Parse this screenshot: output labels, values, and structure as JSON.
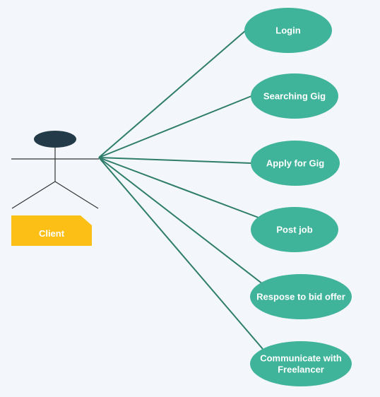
{
  "actor": {
    "label": "Client",
    "head_color": "#233a48",
    "label_bg": "#fbbf16"
  },
  "connector_color": "#2e7d6b",
  "use_case_color": "#40b49a",
  "use_cases": [
    {
      "lines": [
        "Login"
      ]
    },
    {
      "lines": [
        "Searching Gig"
      ]
    },
    {
      "lines": [
        "Apply for Gig"
      ]
    },
    {
      "lines": [
        "Post job"
      ]
    },
    {
      "lines": [
        "Respose to bid offer"
      ]
    },
    {
      "lines": [
        "Communicate with",
        "Freelancer"
      ]
    }
  ]
}
